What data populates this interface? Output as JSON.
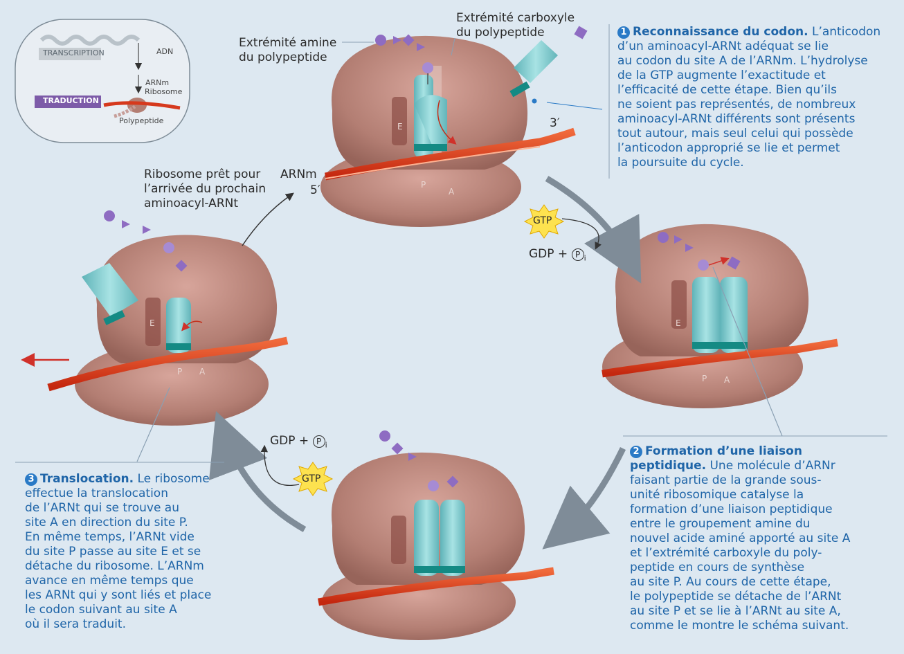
{
  "inset": {
    "transcription": "TRANSCRIPTION",
    "adn": "ADN",
    "arnm": "ARNm",
    "ribosome": "Ribosome",
    "traduction": "TRADUCTION",
    "polypeptide": "Polypeptide"
  },
  "labels": {
    "amine_line1": "Extrémité amine",
    "amine_line2": "du polypeptide",
    "carboxyl_line1": "Extrémité carboxyle",
    "carboxyl_line2": "du polypeptide",
    "arnm": "ARNm",
    "five_prime": "5′",
    "three_prime": "3′",
    "ready_line1": "Ribosome prêt pour",
    "ready_line2": "l’arrivée du prochain",
    "ready_line3": "aminoacyl-ARNt",
    "gtp_right": "GTP",
    "gdp_right_a": "GDP +",
    "gtp_left": "GTP",
    "gdp_left_a": "GDP +",
    "p_symbol": "P",
    "i_sub": "i",
    "site_e": "E",
    "site_p": "P",
    "site_a": "A"
  },
  "step1": {
    "number": "1",
    "title": "Reconnaissance du codon.",
    "lines": [
      "L’anticodon",
      "d’un aminoacyl-ARNt adéquat se lie",
      "au codon du site A de l’ARNm. L’hydrolyse",
      "de la GTP augmente l’exactitude et",
      "l’efficacité de cette étape. Bien qu’ils",
      "ne soient pas représentés, de nombreux",
      "aminoacyl-ARNt différents sont présents",
      "tout autour, mais seul celui qui possède",
      "l’anticodon approprié se lie et permet",
      "la poursuite du cycle."
    ]
  },
  "step2": {
    "number": "2",
    "title1": "Formation d’une liaison",
    "title2": "peptidique.",
    "lines": [
      "Une molécule d’ARNr",
      "faisant partie de la grande sous-",
      "unité ribosomique catalyse la",
      "formation d’une liaison peptidique",
      "entre le groupement amine du",
      "nouvel acide aminé apporté au site A",
      "et l’extrémité carboxyle du poly-",
      "peptide en cours de synthèse",
      "au site P. Au cours de cette étape,",
      "le polypeptide se détache de l’ARNt",
      "au site P et se lie à l’ARNt au site A,",
      "comme le montre le schéma suivant."
    ]
  },
  "step3": {
    "number": "3",
    "title": "Translocation.",
    "lines": [
      "Le ribosome",
      "effectue la translocation",
      "de l’ARNt qui se trouve au",
      "site A en direction du site P.",
      "En même temps, l’ARNt vide",
      "du site P passe au site E et se",
      "détache du ribosome. L’ARNm",
      "avance en même temps que",
      "les ARNt qui y sont liés et place",
      "le codon suivant au site A",
      "où il sera traduit."
    ]
  }
}
